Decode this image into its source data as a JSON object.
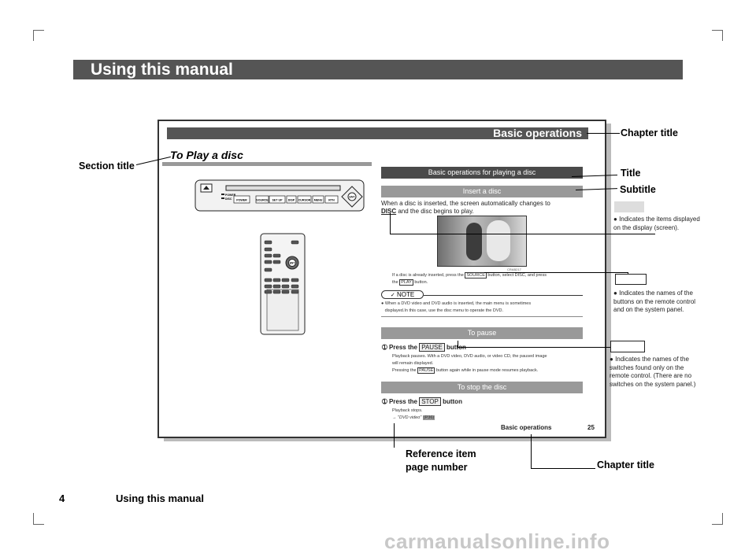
{
  "page_header": "Using this manual",
  "sample_page": {
    "chapter_bar": "Basic operations",
    "section_title": "To Play a disc",
    "title_bar": "Basic operations for playing a disc",
    "subtitle_bar": "Insert a disc",
    "body_line1": "When a disc is inserted, the screen automatically changes to",
    "body_disc_word": "DISC",
    "body_line2_rest": " and the disc begins to play.",
    "image_code": "CRAB217",
    "note_small_1": "If a disc is already inserted, press the",
    "note_small_btn": "SOURCE",
    "note_small_2": "button, select DISC, and press",
    "note_small_3": "the",
    "note_small_play": "PLAY",
    "note_small_4": "button.",
    "note_label": "NOTE",
    "note_bullet_1": "When a DVD video and DVD audio is inserted, the main menu is sometimes",
    "note_bullet_2": "displayed.In this case, use the disc menu to operate the DVD.",
    "pause_bar": "To pause",
    "pause_step_1": "Press the",
    "pause_btn": "PAUSE",
    "pause_step_2": "button",
    "pause_desc_1": "Playback pauses. With a DVD video, DVD audio, or video CD, the paused image",
    "pause_desc_2": "will remain displayed.",
    "pause_desc_3a": "Pressing the",
    "pause_desc_3btn": "PAUSE",
    "pause_desc_3b": "button again while in pause mode resumes playback.",
    "stop_bar": "To stop the disc",
    "stop_step_1": "Press the",
    "stop_btn": "STOP",
    "stop_step_2": "button",
    "stop_desc_1": "Playback stops.",
    "stop_ref": "→ \"DVD video\"",
    "stop_ref_page": "(P36)",
    "footer_chapter": "Basic operations",
    "footer_page": "25",
    "unit_buttons": [
      "POWER",
      "SOURCE",
      "SET UP",
      "DISP",
      "CURSOR",
      "MENU",
      "RTN"
    ],
    "unit_switch_labels": [
      "POWER",
      "DISC"
    ],
    "unit_knob": "ENT",
    "remote_knob": "ENT"
  },
  "labels": {
    "chapter_title_top": "Chapter title",
    "section_title": "Section title",
    "title": "Title",
    "subtitle": "Subtitle",
    "screen_items": "Indicates the items displayed on the display (screen).",
    "button_names": "Indicates the names of the buttons on the remote control and on the system panel.",
    "switch_names": "Indicates the names of the switches found only on the remote control. (There are no switches on the system panel.)",
    "reference_1": "Reference item",
    "reference_2": "page number",
    "chapter_title_bottom": "Chapter title"
  },
  "footer": {
    "page_number": "4",
    "title": "Using this manual"
  },
  "watermark": "carmanualsonline.info"
}
